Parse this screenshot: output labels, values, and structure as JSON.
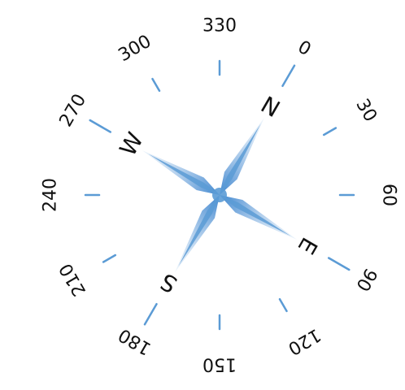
{
  "compass": {
    "ticks": [
      {
        "deg": 0,
        "label": "0",
        "cardinal": "N"
      },
      {
        "deg": 30,
        "label": "30",
        "cardinal": ""
      },
      {
        "deg": 60,
        "label": "60",
        "cardinal": ""
      },
      {
        "deg": 90,
        "label": "90",
        "cardinal": "E"
      },
      {
        "deg": 120,
        "label": "120",
        "cardinal": ""
      },
      {
        "deg": 150,
        "label": "150",
        "cardinal": ""
      },
      {
        "deg": 180,
        "label": "180",
        "cardinal": "S"
      },
      {
        "deg": 210,
        "label": "210",
        "cardinal": ""
      },
      {
        "deg": 240,
        "label": "240",
        "cardinal": ""
      },
      {
        "deg": 270,
        "label": "270",
        "cardinal": "W"
      },
      {
        "deg": 300,
        "label": "300",
        "cardinal": ""
      },
      {
        "deg": 330,
        "label": "330",
        "cardinal": ""
      }
    ],
    "colors": {
      "tick": "#5b9bd5",
      "star_main": "#5b9bd5",
      "star_light": "#a9c9eb",
      "text": "#111111"
    }
  }
}
